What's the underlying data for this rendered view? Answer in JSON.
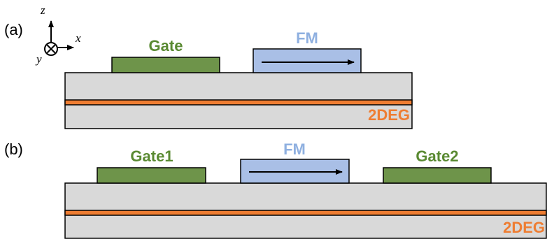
{
  "panels": [
    {
      "label": "(a)",
      "gates": [
        "Gate"
      ],
      "fm_label": "FM",
      "two_deg_label": "2DEG"
    },
    {
      "label": "(b)",
      "gates": [
        "Gate1",
        "Gate2"
      ],
      "fm_label": "FM",
      "two_deg_label": "2DEG"
    }
  ],
  "axes": {
    "z": "z",
    "x": "x",
    "y": "y"
  },
  "colors": {
    "gate_fill": "#6e944a",
    "gate_text": "#5a8a32",
    "fm_fill": "#a9bfe6",
    "fm_text": "#8fb0e0",
    "substrate": "#d9d9d9",
    "two_deg_layer": "#ee7d32",
    "two_deg_text": "#ee7d32",
    "outline": "#000000"
  }
}
